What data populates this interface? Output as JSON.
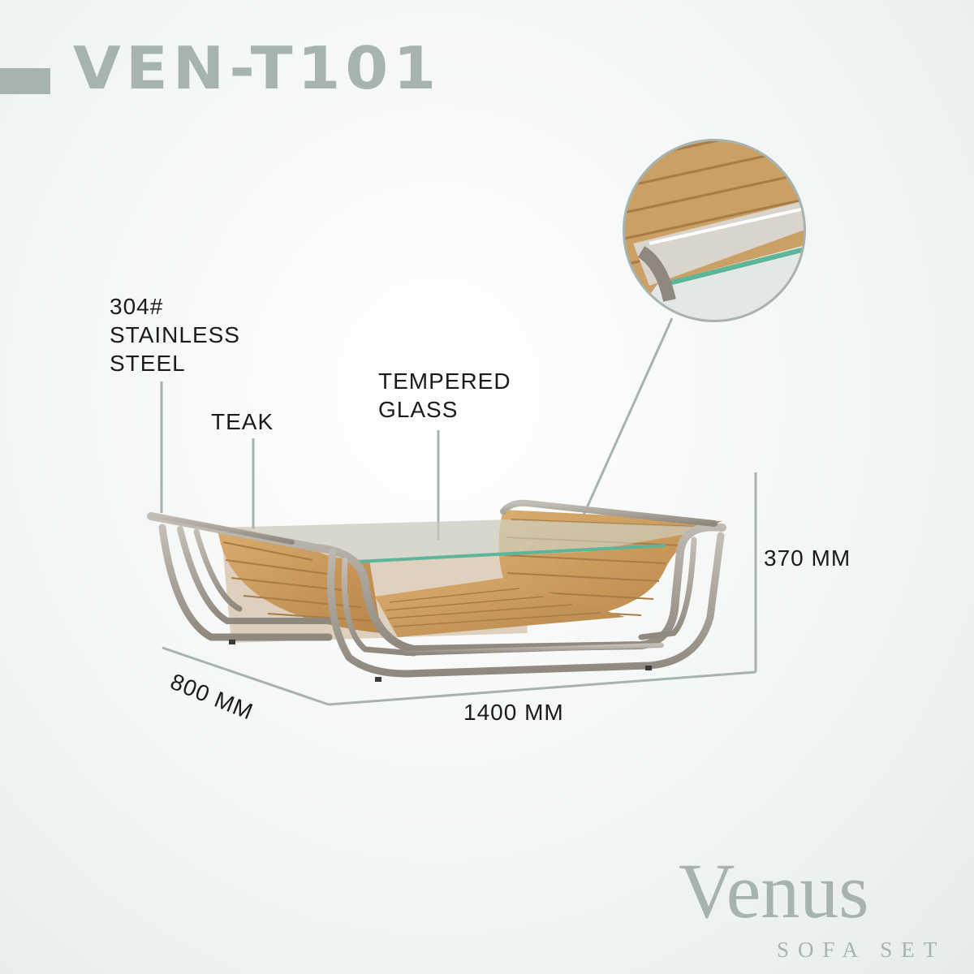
{
  "header": {
    "model_code": "VEN-T101"
  },
  "callouts": {
    "steel": [
      "304#",
      "STAINLESS",
      "STEEL"
    ],
    "teak": [
      "TEAK"
    ],
    "glass": [
      "TEMPERED",
      "GLASS"
    ]
  },
  "dimensions": {
    "height": "370 MM",
    "width": "1400 MM",
    "depth": "800 MM"
  },
  "brand": {
    "name": "Venus",
    "subtitle": "SOFA SET"
  },
  "colors": {
    "accent": "#a6b3ae",
    "teak": "#c99a5b",
    "steel": "#a49d93",
    "glass": "#5fb59a"
  }
}
